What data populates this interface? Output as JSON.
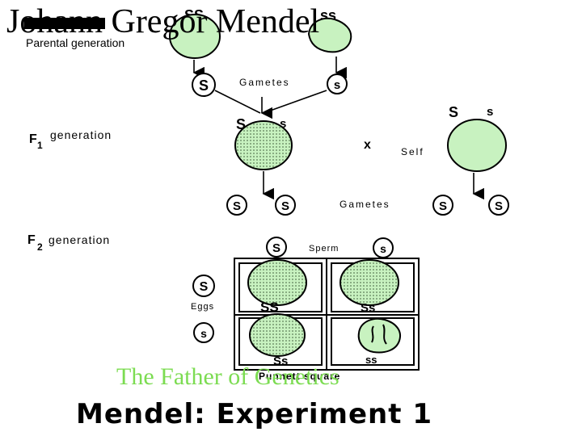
{
  "slide": {
    "title": "Johann Gregor Mendel",
    "subtitle": "The Father of Genetics",
    "heading": "Mendel: Experiment 1"
  },
  "diagram": {
    "parental": {
      "label": "Parental generation",
      "left_genotype": "SS",
      "right_genotype": "ss",
      "gametes_label": "Gametes",
      "left_gamete": "S",
      "right_gamete": "s"
    },
    "f1": {
      "label_letter": "F",
      "label_sub": "1",
      "label_rest": "generation",
      "genotype_a": "S",
      "genotype_b": "s",
      "cross_symbol": "x",
      "self_label": "Self",
      "self_genotype_a": "S",
      "self_genotype_b": "s",
      "gametes_label": "Gametes",
      "gamete_1": "S",
      "gamete_2": "S",
      "gamete_3": "S",
      "gamete_4": "S"
    },
    "f2": {
      "label_letter": "F",
      "label_sub": "2",
      "label_rest": "generation",
      "sperm_label": "Sperm",
      "sperm_1": "S",
      "sperm_2": "s",
      "eggs_label": "Eggs",
      "egg_1": "S",
      "egg_2": "s",
      "cell_tl": "SS",
      "cell_tr": "Ss",
      "cell_bl": "Ss",
      "cell_br": "ss",
      "punnett_label": "Punnett square"
    },
    "colors": {
      "pea_fill": "#c8f2c0",
      "subtitle_green": "#7cdc52"
    }
  }
}
